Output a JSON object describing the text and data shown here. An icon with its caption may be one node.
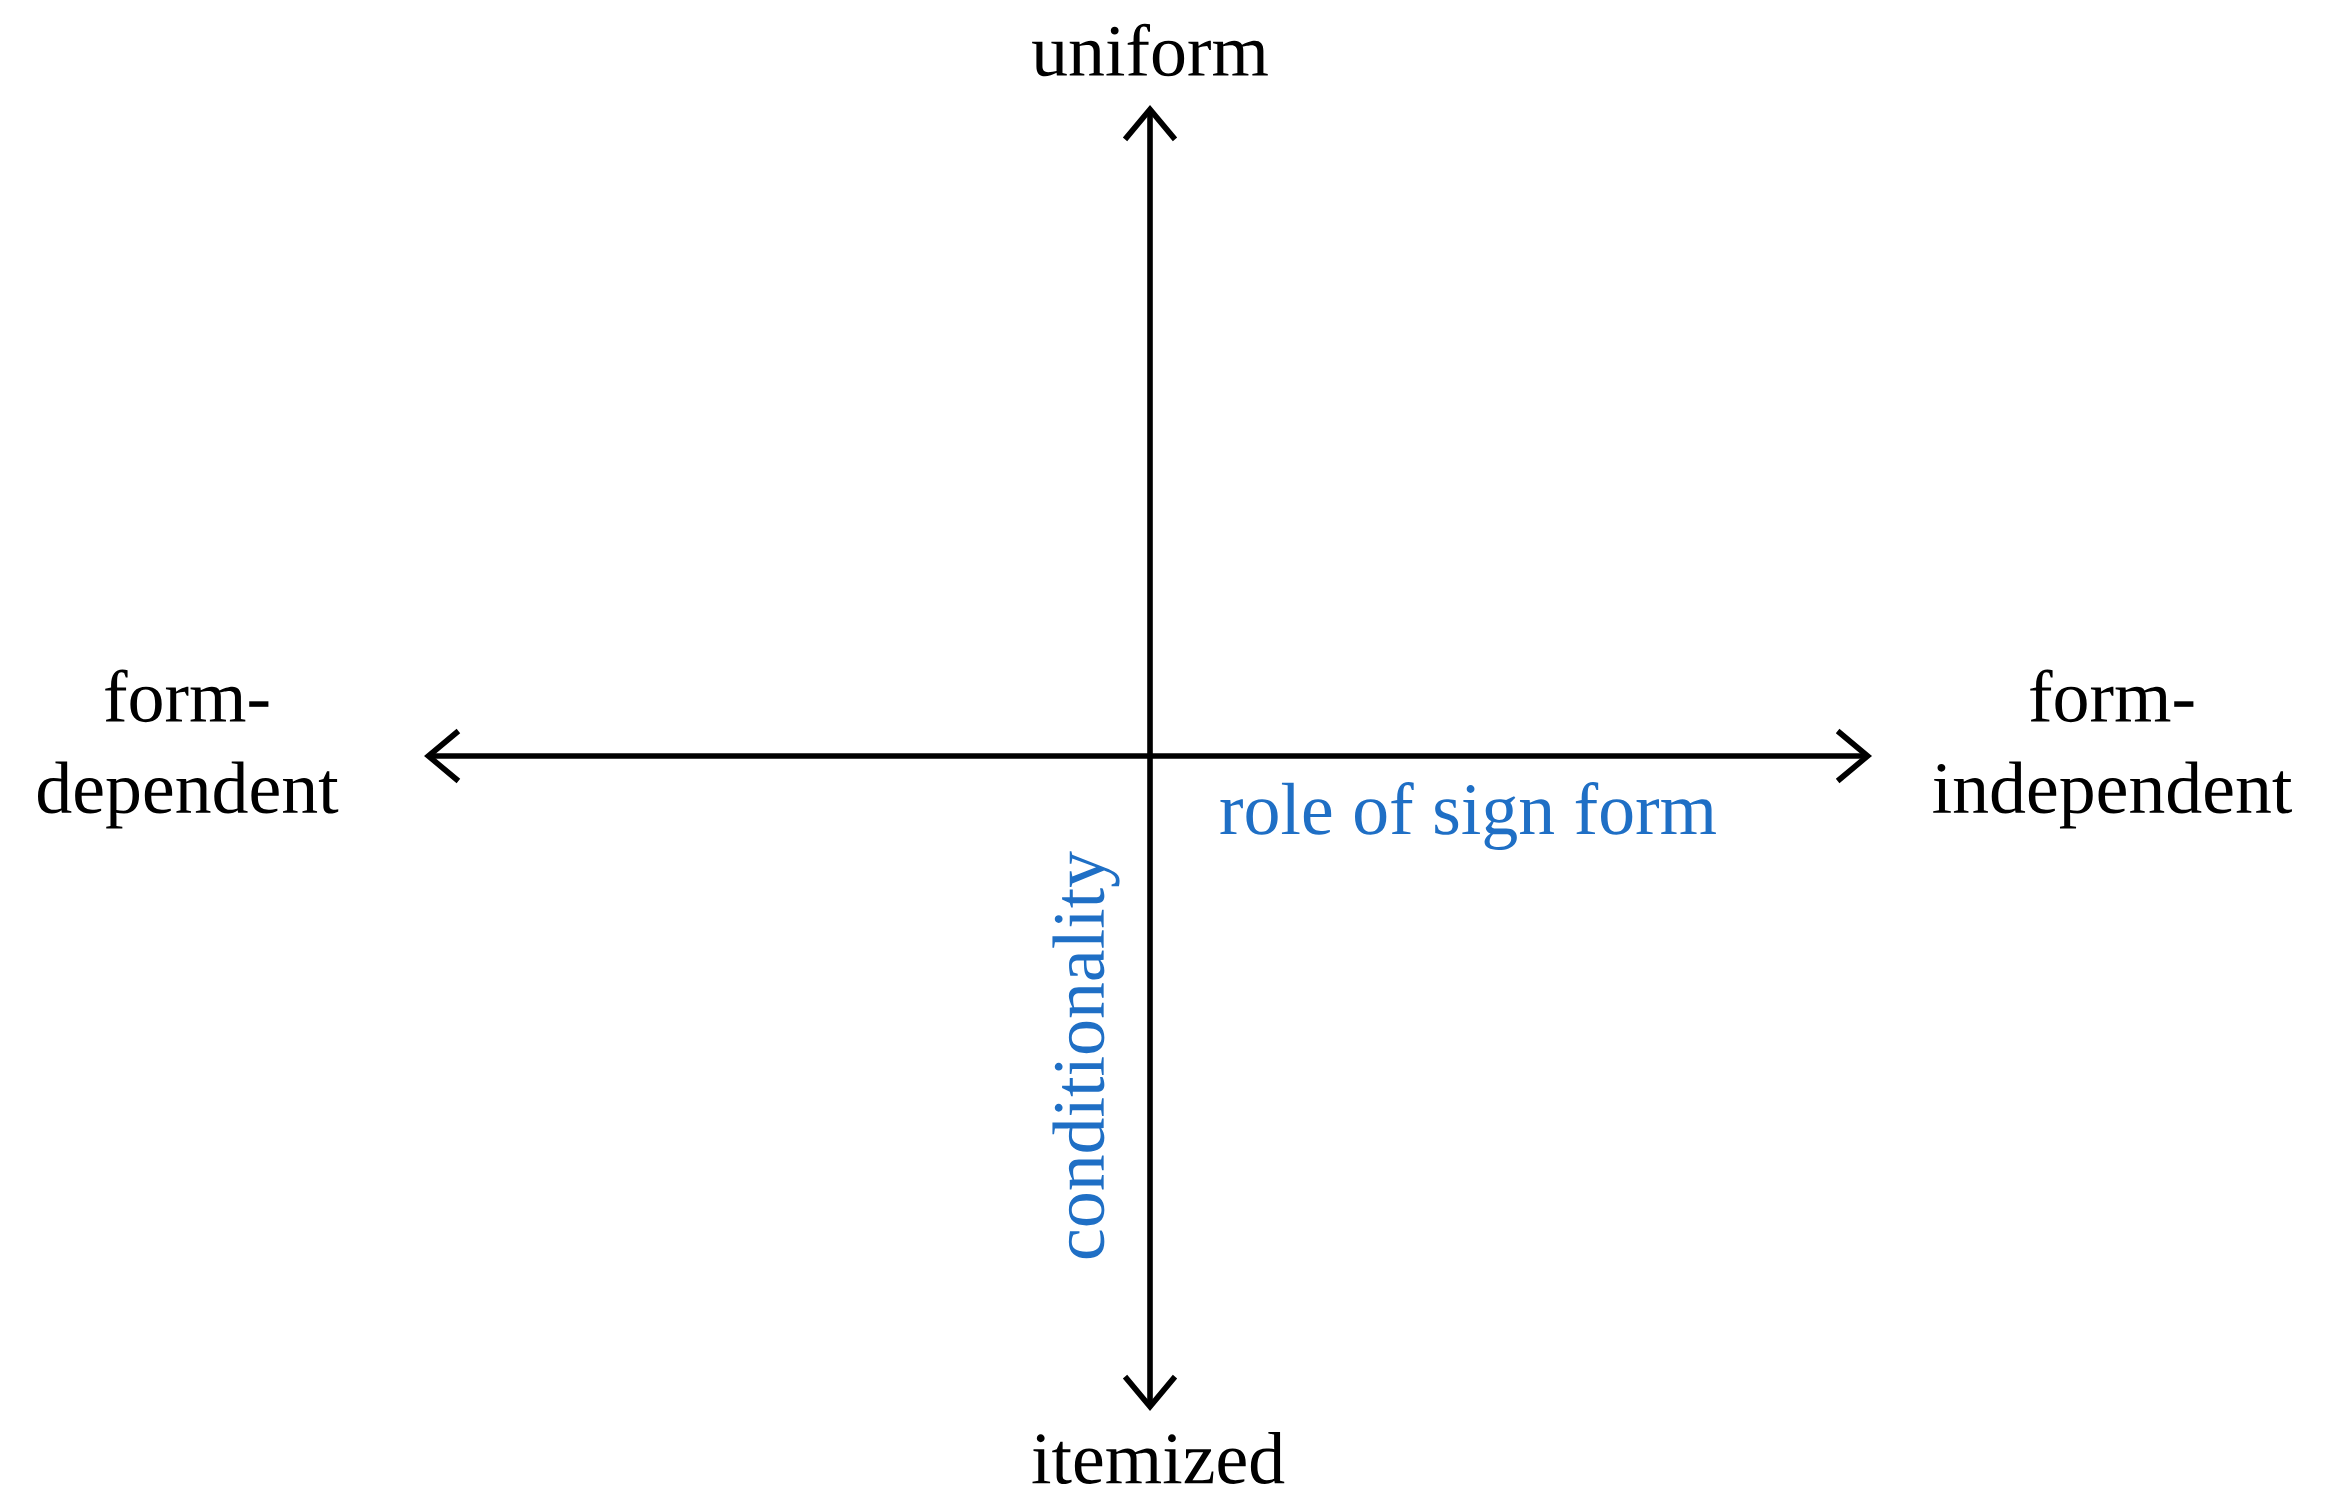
{
  "diagram": {
    "labels": [
      "uniform",
      "form-dependent",
      "form-independent",
      "role of sign form",
      "conditionality",
      "itemized"
    ]
  }
}
